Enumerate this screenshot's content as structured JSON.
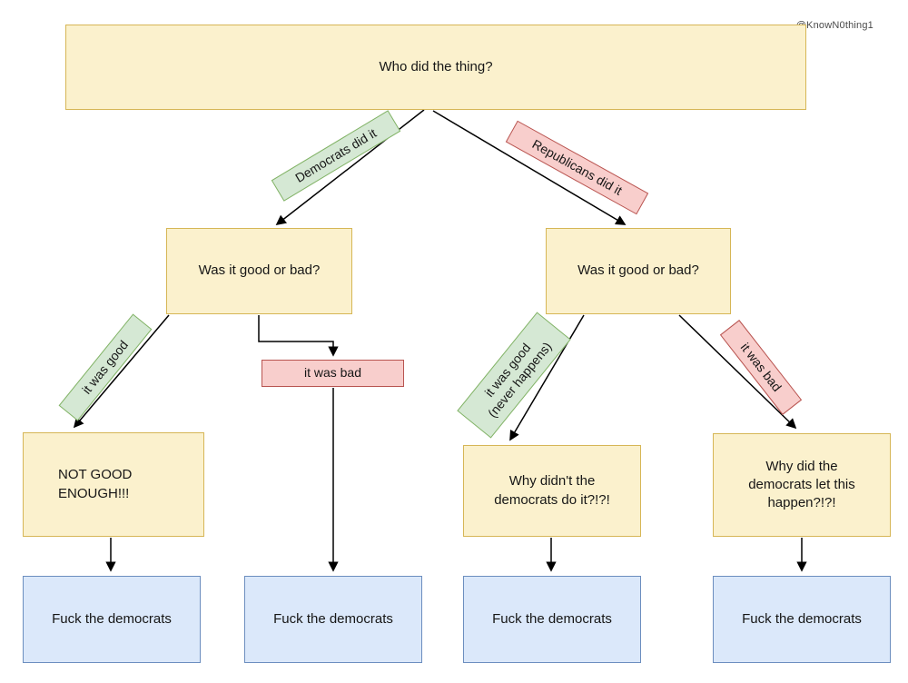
{
  "watermark": "@KnowN0thing1",
  "diagram": {
    "root": "Who did the thing?",
    "edge_democrats": "Democrats did it",
    "edge_republicans": "Republicans did it",
    "question_left": "Was it good or bad?",
    "question_right": "Was it good or bad?",
    "edge_left_good": "it was good",
    "edge_left_bad": "it was bad",
    "edge_right_good": "it was good\n(never happens)",
    "edge_right_bad": "it was bad",
    "result_left_good": "NOT GOOD ENOUGH!!!",
    "result_right_good": "Why didn't the democrats do it?!?!",
    "result_right_bad": "Why did the democrats let this happen?!?!",
    "outcomes": [
      "Fuck the democrats",
      "Fuck the democrats",
      "Fuck the democrats",
      "Fuck the democrats"
    ]
  },
  "colors": {
    "process_fill": "#fbf1cd",
    "process_stroke": "#d6b656",
    "positive_fill": "#d5e8d4",
    "positive_stroke": "#82b366",
    "negative_fill": "#f8cecc",
    "negative_stroke": "#b85450",
    "terminal_fill": "#dbe8fa",
    "terminal_stroke": "#6c8ebf",
    "connector": "#000000"
  }
}
